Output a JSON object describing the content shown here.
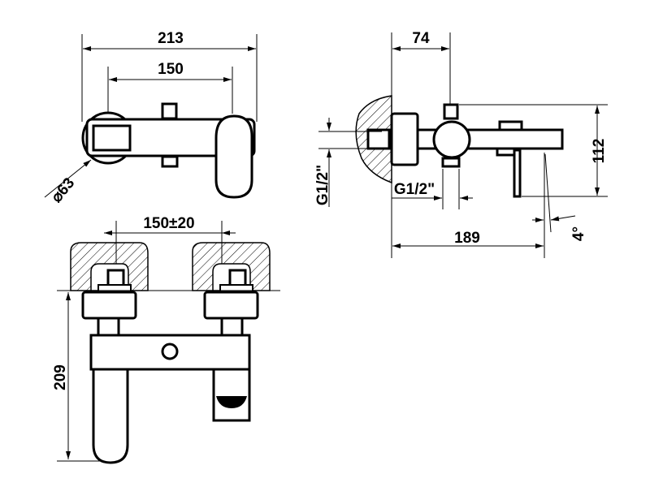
{
  "drawing": {
    "top_view": {
      "overall_width": "213",
      "center_distance": "150",
      "diameter": "⌀63"
    },
    "front_view": {
      "center_distance": "150±20",
      "height": "209"
    },
    "side_view": {
      "projection": "74",
      "height": "112",
      "inlet_thread": "G1/2\"",
      "outlet_thread": "G1/2\"",
      "depth": "189",
      "angle": "4°"
    }
  }
}
